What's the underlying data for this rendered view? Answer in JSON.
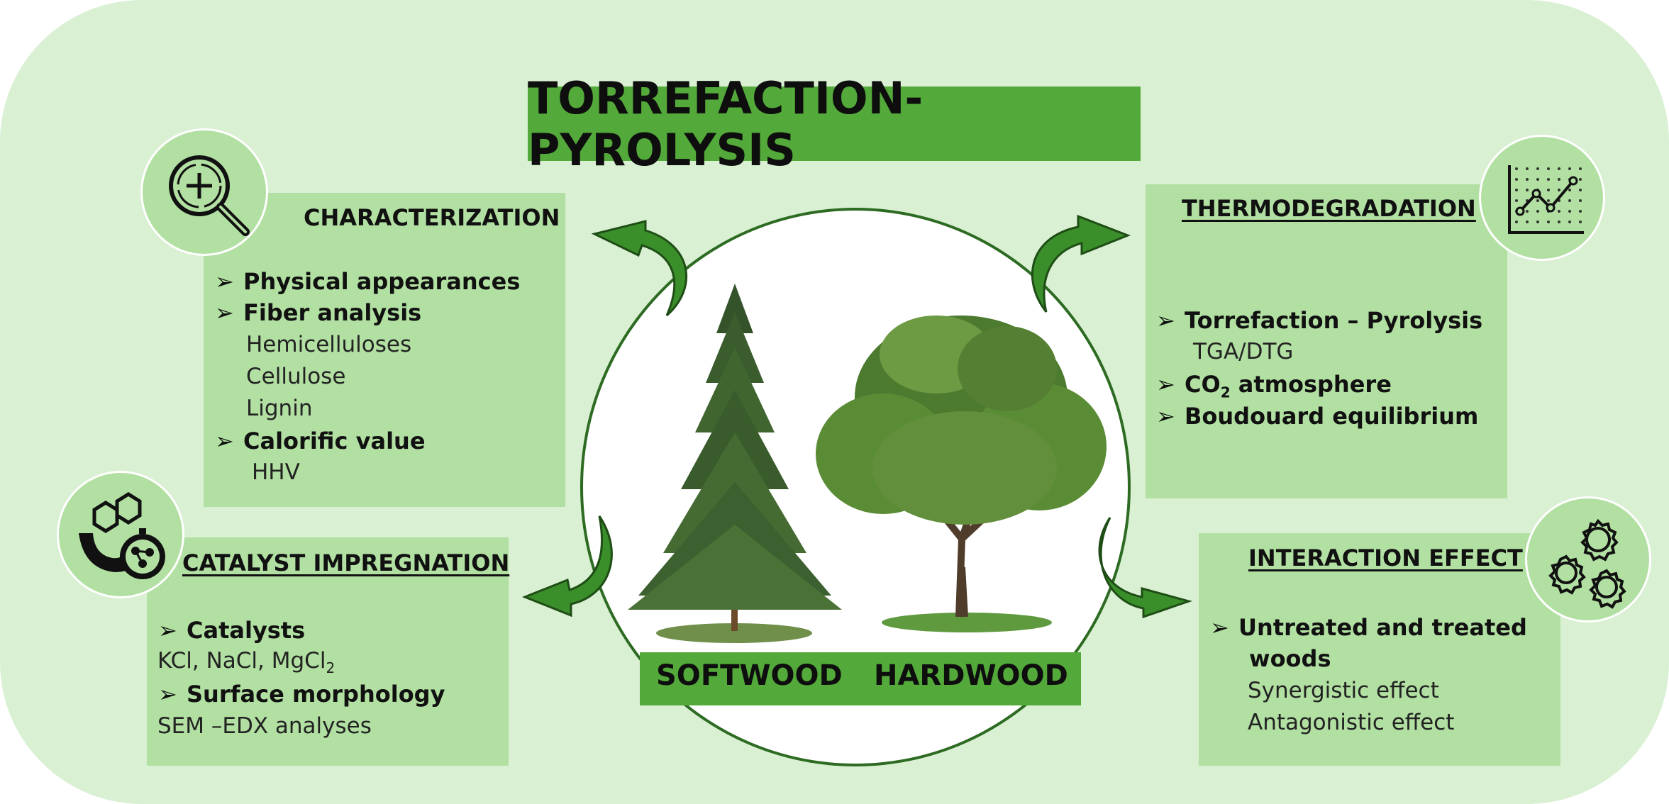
{
  "title": "TORREFACTION-PYROLYSIS",
  "colors": {
    "background": "#d9f0d3",
    "panel": "#b2e0a2",
    "accent": "#53a93a",
    "arrow": "#3a8f2a",
    "arrow_outline": "#1f4d16"
  },
  "characterization": {
    "heading": "CHARACTERIZATION",
    "icon": "magnifier-plus-icon",
    "b1": "Physical appearances",
    "b2": "Fiber analysis",
    "s1": "Hemicelluloses",
    "s2": "Cellulose",
    "s3": "Lignin",
    "b3": "Calorific value",
    "s4": "HHV"
  },
  "catalyst": {
    "heading": "CATALYST IMPREGNATION",
    "icon": "molecule-catalyst-icon",
    "b1": "Catalysts",
    "s1_main": "KCl, NaCl, MgCl",
    "s1_sub": "2",
    "b2": "Surface morphology",
    "s2": "SEM –EDX analyses"
  },
  "thermo": {
    "heading": "THERMODEGRADATION",
    "icon": "line-chart-icon",
    "b1": "Torrefaction – Pyrolysis",
    "s1": "TGA/DTG",
    "b2_main": "CO",
    "b2_sub": "2",
    "b2_rest": " atmosphere",
    "b3": "Boudouard equilibrium"
  },
  "interaction": {
    "heading": "INTERACTION EFFECT",
    "icon": "gears-icon",
    "b1_line1": "Untreated and treated",
    "b1_line2": "woods",
    "s1": "Synergistic effect",
    "s2": "Antagonistic effect"
  },
  "center": {
    "softwood": "SOFTWOOD",
    "hardwood": "HARDWOOD",
    "softwood_image": "conifer-tree",
    "hardwood_image": "deciduous-tree"
  },
  "bullet_glyph": "➢"
}
